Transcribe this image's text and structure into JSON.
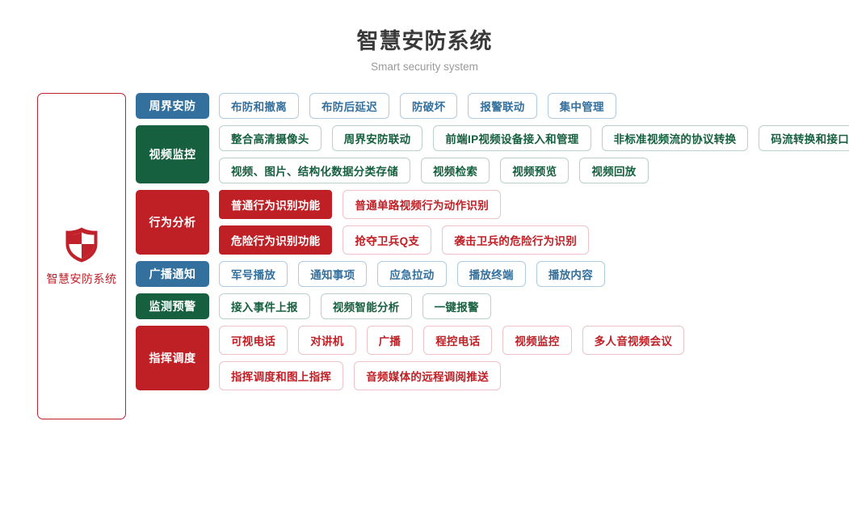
{
  "header": {
    "title": "智慧安防系统",
    "subtitle": "Smart security system"
  },
  "brand": {
    "icon": "shield-icon",
    "label": "智慧安防系统",
    "color": "#c0212a"
  },
  "colors": {
    "blue": "#34709e",
    "green": "#16603f",
    "red": "#bf2026",
    "title": "#3a3a3a",
    "subtitle": "#9a9a9a"
  },
  "categories": [
    {
      "label": "周界安防",
      "theme": "blue",
      "rows": [
        [
          "布防和撤离",
          "布防后延迟",
          "防破坏",
          "报警联动",
          "集中管理"
        ]
      ]
    },
    {
      "label": "视频监控",
      "theme": "green",
      "rows": [
        [
          "整合高清摄像头",
          "周界安防联动",
          "前端IP视频设备接入和管理",
          "非标准视频流的协议转换",
          "码流转换和接口转换"
        ],
        [
          "视频、图片、结构化数据分类存储",
          "视频检索",
          "视频预览",
          "视频回放"
        ]
      ]
    },
    {
      "label": "行为分析",
      "theme": "red",
      "rows": [
        [
          "普通行为识别功能",
          "普通单路视频行为动作识别"
        ],
        [
          "危险行为识别功能",
          "抢夺卫兵Q支",
          "袭击卫兵的危险行为识别"
        ]
      ],
      "solid_first_chip": true
    },
    {
      "label": "广播通知",
      "theme": "blue",
      "rows": [
        [
          "军号播放",
          "通知事项",
          "应急拉动",
          "播放终端",
          "播放内容"
        ]
      ]
    },
    {
      "label": "监测预警",
      "theme": "green",
      "rows": [
        [
          "接入事件上报",
          "视频智能分析",
          "一键报警"
        ]
      ]
    },
    {
      "label": "指挥调度",
      "theme": "red",
      "rows": [
        [
          "可视电话",
          "对讲机",
          "广播",
          "程控电话",
          "视频监控",
          "多人音视频会议"
        ],
        [
          "指挥调度和图上指挥",
          "音频媒体的远程调阅推送"
        ]
      ]
    }
  ]
}
